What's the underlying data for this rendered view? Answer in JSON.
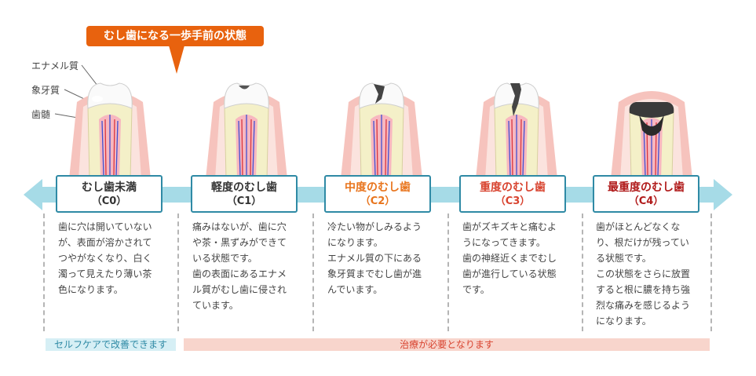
{
  "callout": {
    "text": "むし歯になる一歩手前の状態"
  },
  "anatomy": {
    "enamel": "エナメル質",
    "dentin": "象牙質",
    "pulp": "歯髄"
  },
  "stages": [
    {
      "name": "むし歯未満",
      "code": "（C0）",
      "color": "#333333",
      "description": "歯に穴は開いていない\nが、表面が溶かされて\nつやがなくなり、白く\n濁って見えたり薄い茶\n色になります。"
    },
    {
      "name": "軽度のむし歯",
      "code": "（C1）",
      "color": "#333333",
      "description": "痛みはないが、歯に穴\nや茶・黒ずみができて\nいる状態です。\n歯の表面にあるエナメ\nル質がむし歯に侵され\nています。"
    },
    {
      "name": "中度のむし歯",
      "code": "（C2）",
      "color": "#e8741c",
      "description": "冷たい物がしみるよう\nになります。\nエナメル質の下にある\n象牙質までむし歯が進\nんでいます。"
    },
    {
      "name": "重度のむし歯",
      "code": "（C3）",
      "color": "#d8432f",
      "description": "歯がズキズキと痛むよ\nうになってきます。\n歯の神経近くまでむし\n歯が進行している状態\nです。"
    },
    {
      "name": "最重度のむし歯",
      "code": "（C4）",
      "color": "#b01a1a",
      "description": "歯がほとんどなくな\nり、根だけが残ってい\nる状態です。\nこの状態をさらに放置\nすると根に膿を持ち強\n烈な痛みを感じるよう\nになります。"
    }
  ],
  "bands": {
    "self_care": "セルフケアで改善できます",
    "treatment": "治療が必要となります"
  },
  "colors": {
    "accent": "#e8620e",
    "timeline": "#a6dbe7",
    "box_border": "#2f8aa5",
    "gum": "#f3b3ad"
  }
}
